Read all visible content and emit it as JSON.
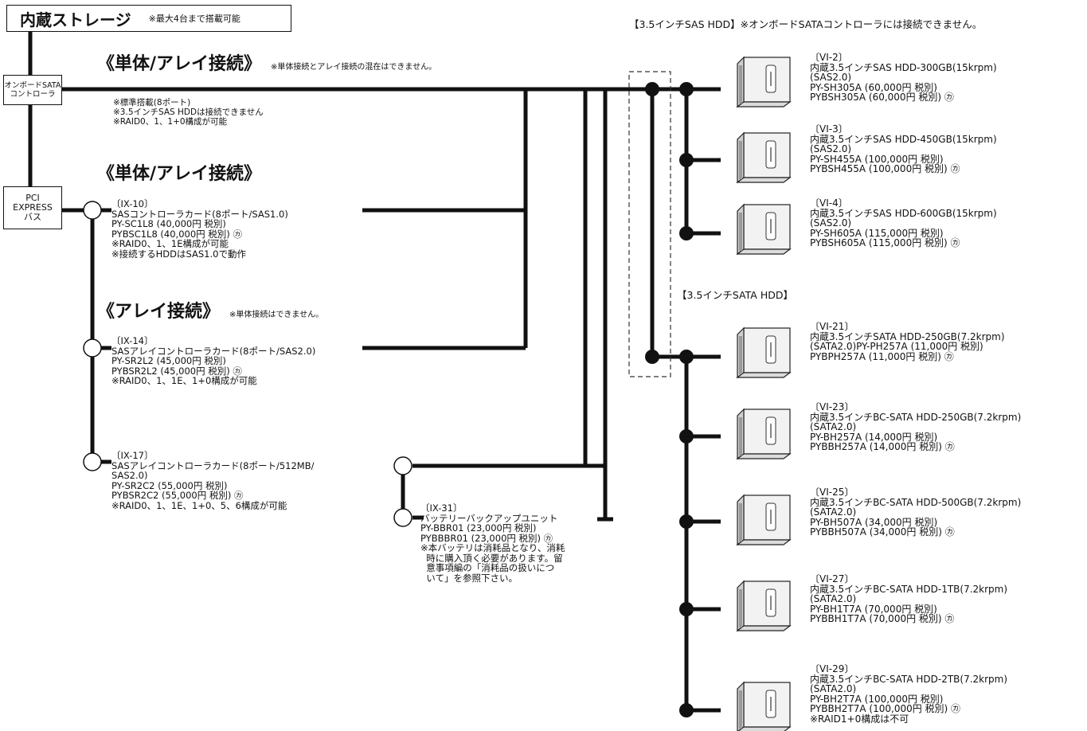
{
  "header": {
    "title": "内蔵ストレージ",
    "note": "※最大4台まで搭載可能"
  },
  "controllers": {
    "onboard": "オンボードSATA\nコントローラ",
    "pci": "PCI\nEXPRESS\nバス"
  },
  "headings": {
    "single_array_1": "《単体/アレイ接続》",
    "single_array_1_note": "※単体接続とアレイ接続の混在はできません。",
    "single_array_2": "《単体/アレイ接続》",
    "array": "《アレイ接続》",
    "array_note": "※単体接続はできません。"
  },
  "onboard_notes": "※標準搭載(8ポート)\n※3.5インチSAS HDDは接続できません\n※RAID0、1、1+0構成が可能",
  "cards": [
    "〔IX-10〕\nSASコントローラカード(8ポート/SAS1.0)\nPY-SC1L8 (40,000円 税別)\nPYBSC1L8 (40,000円 税別) ㋕\n※RAID0、1、1E構成が可能\n※接続するHDDはSAS1.0で動作",
    "〔IX-14〕\nSASアレイコントローラカード(8ポート/SAS2.0)\nPY-SR2L2 (45,000円 税別)\nPYBSR2L2 (45,000円 税別) ㋕\n※RAID0、1、1E、1+0構成が可能",
    "〔IX-17〕\nSASアレイコントローラカード(8ポート/512MB/\nSAS2.0)\nPY-SR2C2 (55,000円 税別)\nPYBSR2C2 (55,000円 税別) ㋕\n※RAID0、1、1E、1+0、5、6構成が可能",
    "〔IX-31〕\nバッテリーバックアップユニット\nPY-BBR01 (23,000円 税別)\nPYBBBR01 (23,000円 税別) ㋕\n※本バッテリは消耗品となり、消耗\n  時に購入頂く必要があります。留\n  意事項編の「消耗品の扱いにつ\n  いて」を参照下さい。"
  ],
  "sections": {
    "sas": "【3.5インチSAS HDD】※オンボードSATAコントローラには接続できません。",
    "sata": "【3.5インチSATA HDD】"
  },
  "disks": [
    "〔VI-2〕\n内蔵3.5インチSAS HDD-300GB(15krpm)\n(SAS2.0)\nPY-SH305A (60,000円 税別)\nPYBSH305A (60,000円 税別) ㋕",
    "〔VI-3〕\n内蔵3.5インチSAS HDD-450GB(15krpm)\n(SAS2.0)\nPY-SH455A (100,000円 税別)\nPYBSH455A (100,000円 税別) ㋕",
    "〔VI-4〕\n内蔵3.5インチSAS HDD-600GB(15krpm)\n(SAS2.0)\nPY-SH605A (115,000円 税別)\nPYBSH605A (115,000円 税別) ㋕",
    "〔VI-21〕\n内蔵3.5インチSATA HDD-250GB(7.2krpm)\n(SATA2.0)PY-PH257A (11,000円 税別)\nPYBPH257A (11,000円 税別) ㋕",
    "〔VI-23〕\n内蔵3.5インチBC-SATA HDD-250GB(7.2krpm)\n(SATA2.0)\nPY-BH257A (14,000円 税別)\nPYBBH257A (14,000円 税別) ㋕",
    "〔VI-25〕\n内蔵3.5インチBC-SATA HDD-500GB(7.2krpm)\n(SATA2.0)\nPY-BH507A (34,000円 税別)\nPYBBH507A (34,000円 税別) ㋕",
    "〔VI-27〕\n内蔵3.5インチBC-SATA HDD-1TB(7.2krpm)\n(SATA2.0)\nPY-BH1T7A (70,000円 税別)\nPYBBH1T7A (70,000円 税別) ㋕",
    "〔VI-29〕\n内蔵3.5インチBC-SATA HDD-2TB(7.2krpm)\n(SATA2.0)\nPY-BH2T7A (100,000円 税別)\nPYBBH2T7A (100,000円 税別) ㋕\n※RAID1+0構成は不可"
  ]
}
